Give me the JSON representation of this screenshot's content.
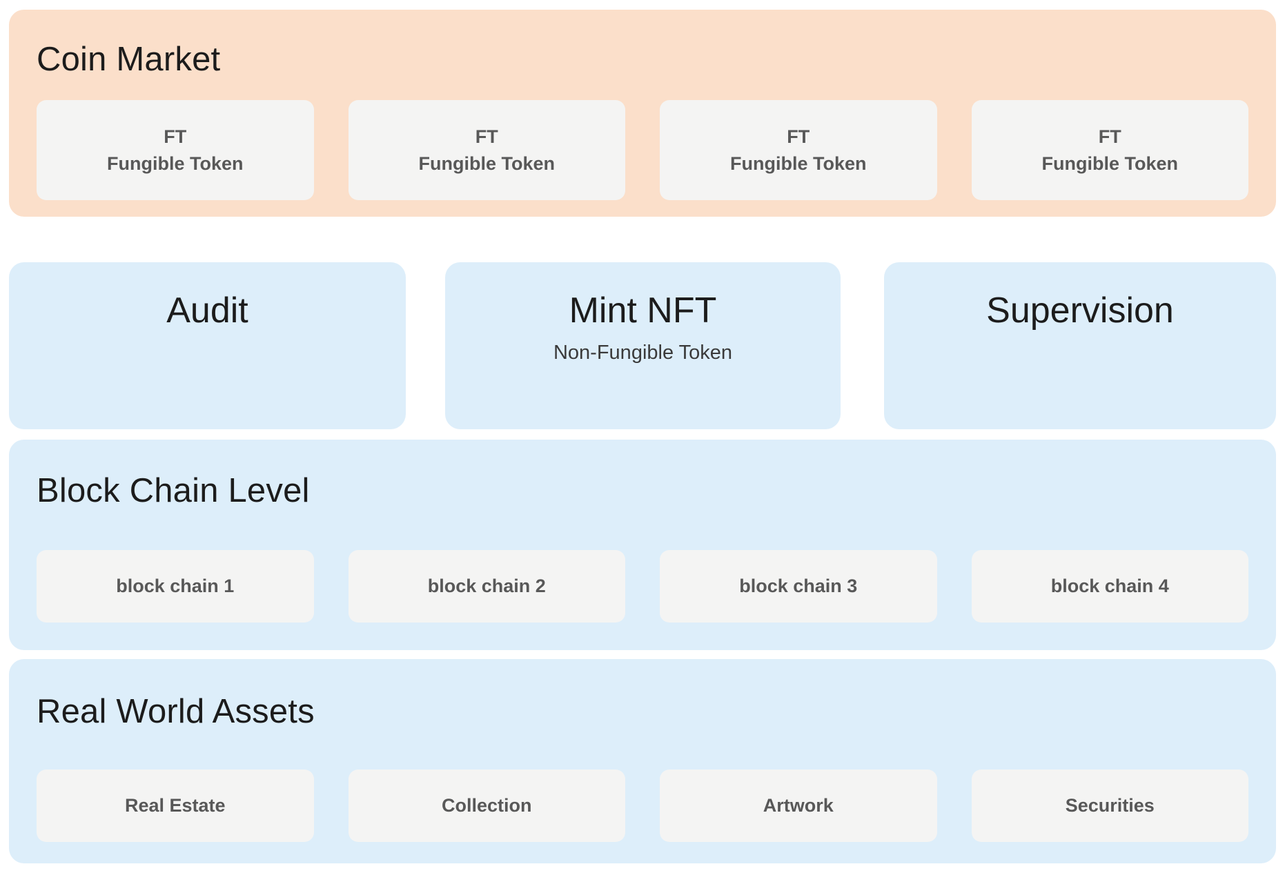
{
  "diagram": {
    "background": "#ffffff",
    "colors": {
      "coin_market_panel": "#fbdfca",
      "blue_panel": "#ddeefa",
      "chip_card": "#f4f4f3",
      "title_text": "#1c1c1c",
      "chip_text": "#585858"
    }
  },
  "coin_market": {
    "title": "Coin Market",
    "cards": [
      {
        "abbr": "FT",
        "name": "Fungible Token"
      },
      {
        "abbr": "FT",
        "name": "Fungible Token"
      },
      {
        "abbr": "FT",
        "name": "Fungible Token"
      },
      {
        "abbr": "FT",
        "name": "Fungible Token"
      }
    ]
  },
  "middle_row": {
    "audit": {
      "title": "Audit",
      "subtitle": ""
    },
    "mint_nft": {
      "title": "Mint NFT",
      "subtitle": "Non-Fungible Token"
    },
    "supervision": {
      "title": "Supervision",
      "subtitle": ""
    }
  },
  "block_chain_level": {
    "title": "Block Chain Level",
    "cards": [
      {
        "name": "block chain 1"
      },
      {
        "name": "block chain 2"
      },
      {
        "name": "block chain 3"
      },
      {
        "name": "block chain 4"
      }
    ]
  },
  "real_world_assets": {
    "title": "Real World Assets",
    "cards": [
      {
        "name": "Real Estate"
      },
      {
        "name": "Collection"
      },
      {
        "name": "Artwork"
      },
      {
        "name": "Securities"
      }
    ]
  }
}
